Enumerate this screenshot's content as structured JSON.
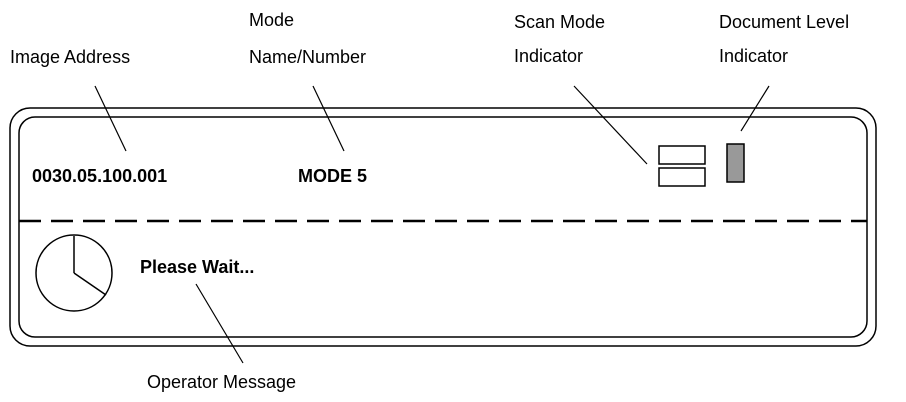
{
  "callouts": {
    "image_address": "Image Address",
    "mode_line1": "Mode",
    "mode_line2": "Name/Number",
    "scan_line1": "Scan Mode",
    "scan_line2": "Indicator",
    "doc_line1": "Document Level",
    "doc_line2": "Indicator",
    "operator_message": "Operator Message"
  },
  "display": {
    "image_address_value": "0030.05.100.001",
    "mode_value": "MODE 5",
    "message_value": "Please Wait..."
  },
  "icons": {
    "wait": "clock-icon",
    "scan_mode": "scan-mode-indicator-icon",
    "document_level": "document-level-indicator-icon"
  },
  "colors": {
    "document_level_fill": "#999999",
    "stroke": "#000000"
  }
}
